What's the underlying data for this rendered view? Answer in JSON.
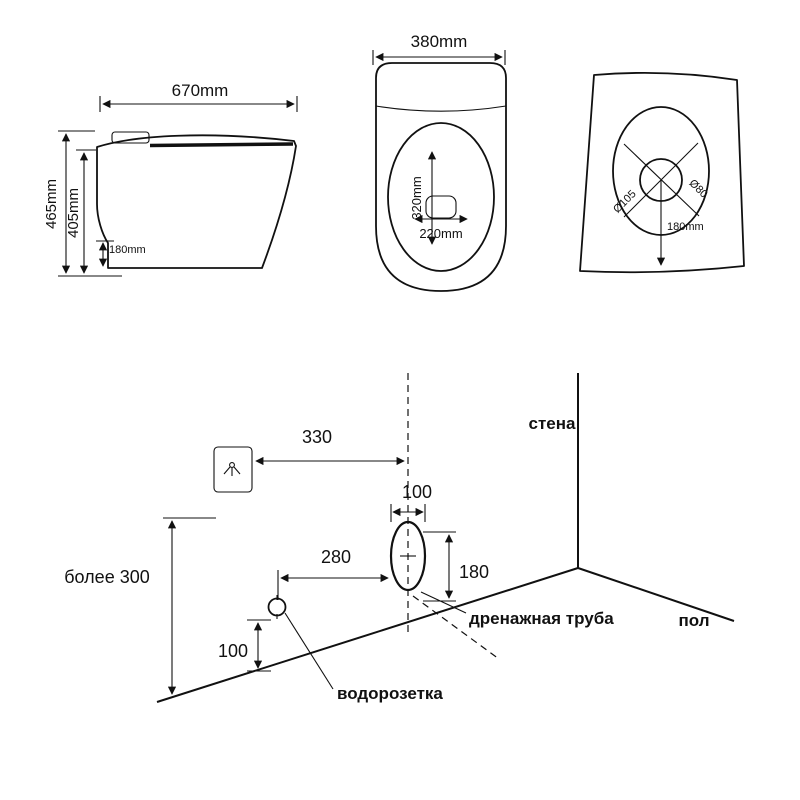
{
  "side_view": {
    "width": "670mm",
    "height_total": "465mm",
    "height_seat": "405mm",
    "base_height": "180mm"
  },
  "top_view": {
    "width": "380mm",
    "bowl_length": "320mm",
    "bowl_width": "220mm"
  },
  "back_view": {
    "drain_diameter": "Ø105",
    "inlet_diameter": "Ø80",
    "outlet_height": "180mm"
  },
  "installation": {
    "wall": "стена",
    "floor": "пол",
    "dist_socket_to_axis": "330",
    "drain_width": "100",
    "dist_socket_to_drain": "280",
    "drain_height": "180",
    "socket_height": "100",
    "min_clearance": "более 300",
    "drain_pipe": "дренажная труба",
    "water_socket": "водорозетка"
  }
}
